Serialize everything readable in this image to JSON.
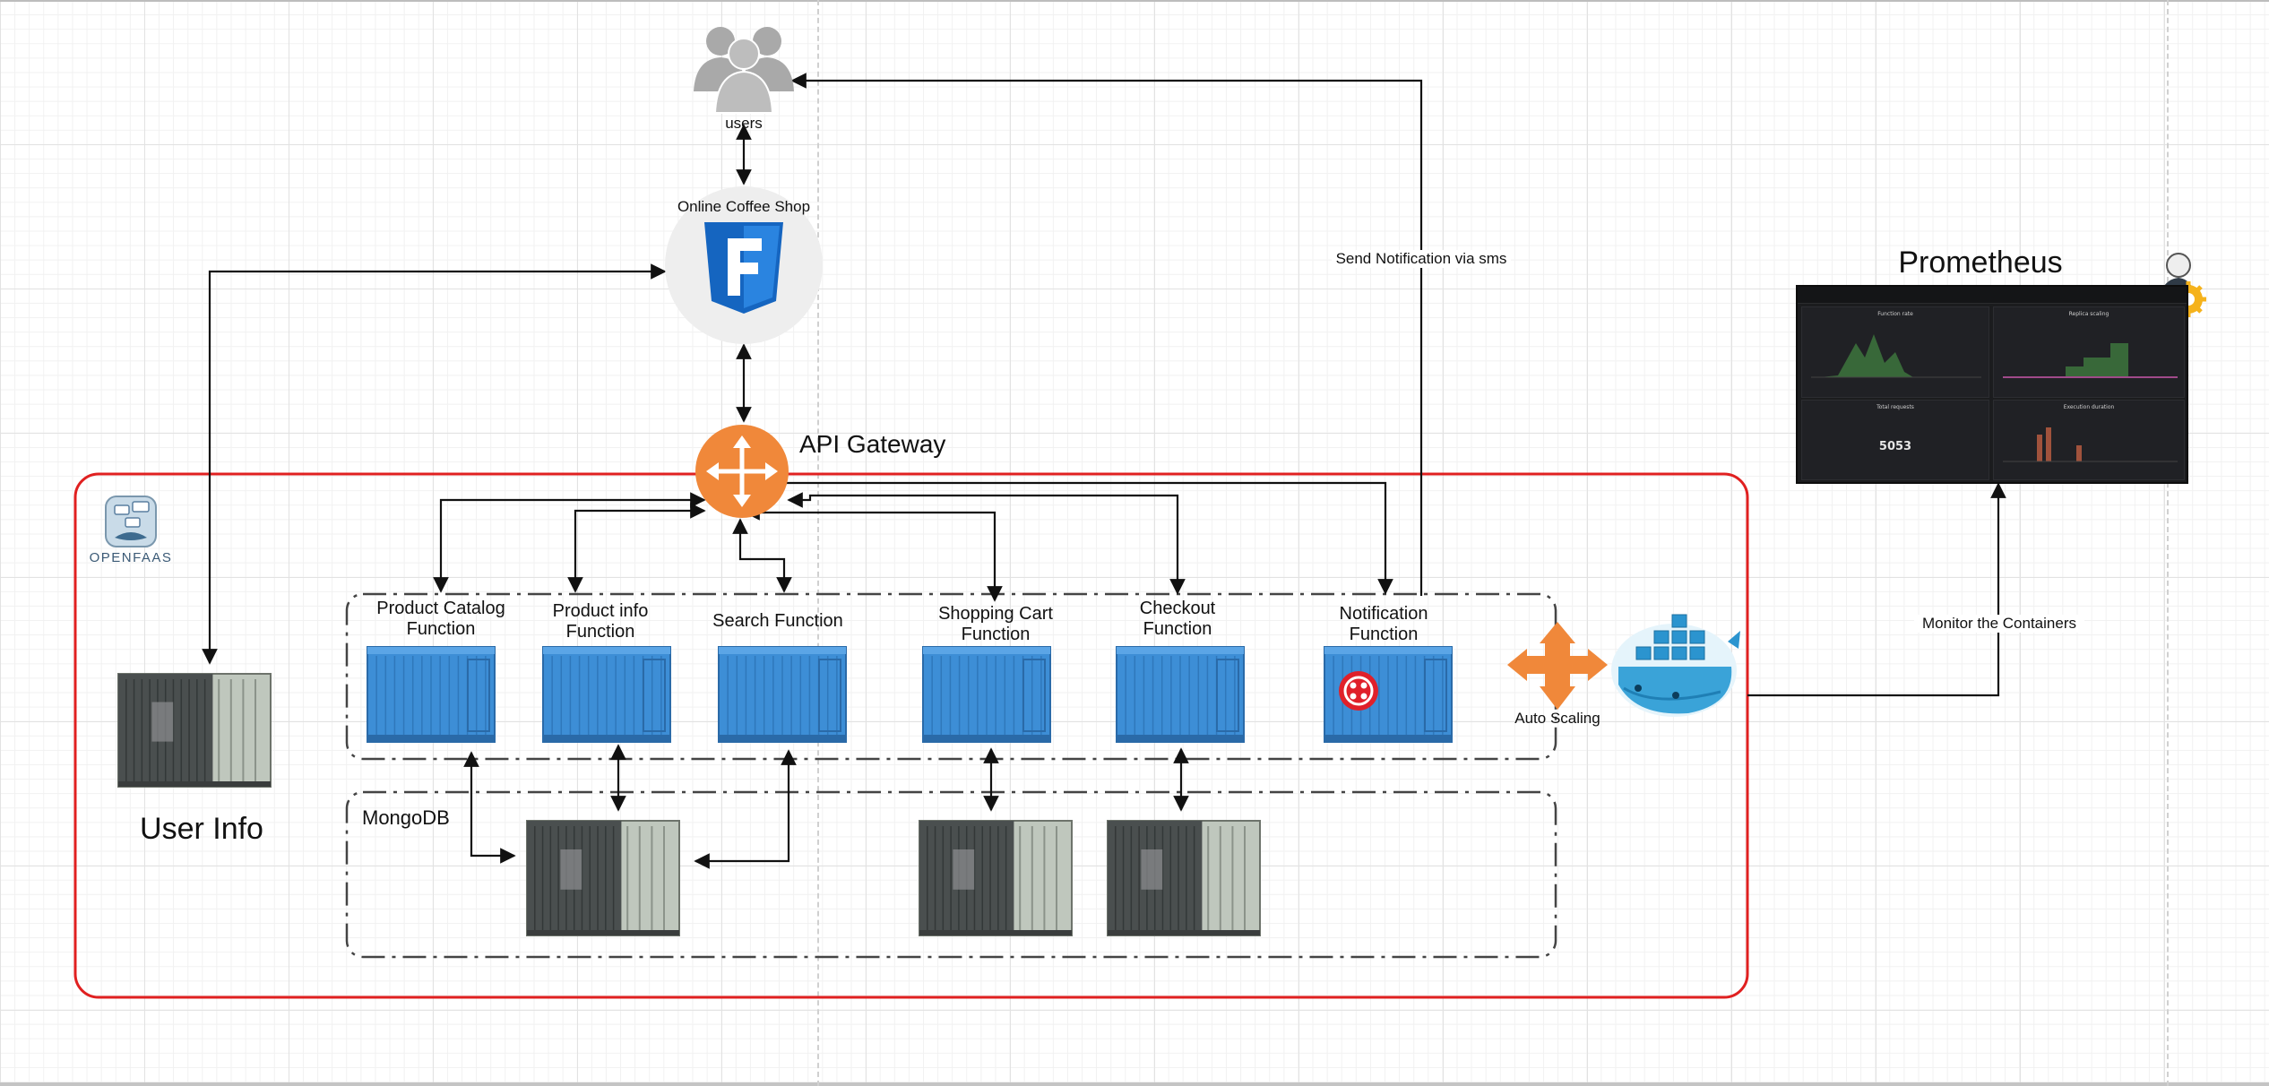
{
  "diagram": {
    "users": {
      "label": "users"
    },
    "frontend": {
      "title": "Online Coffee Shop",
      "logo_letter": "F"
    },
    "gateway": {
      "label": "API Gateway"
    },
    "openfaas": {
      "logo_text": "OPENFAAS"
    },
    "functions": [
      {
        "label": "Product Catalog\nFunction"
      },
      {
        "label": "Product info\nFunction"
      },
      {
        "label": "Search Function"
      },
      {
        "label": "Shopping Cart\nFunction"
      },
      {
        "label": "Checkout\nFunction"
      },
      {
        "label": "Notification\nFunction"
      }
    ],
    "database": {
      "label": "MongoDB"
    },
    "user_info": {
      "label": "User Info"
    },
    "autoscaling": {
      "label": "Auto Scaling"
    },
    "prometheus": {
      "title": "Prometheus",
      "panels": [
        "Function rate",
        "Replica scaling",
        "Total requests",
        "Execution duration"
      ],
      "total_requests": "5053"
    },
    "edges": {
      "sms": "Send Notification via sms",
      "monitor": "Monitor the Containers"
    },
    "colors": {
      "openfaas_boundary": "#e02020",
      "gateway": "#f0883a",
      "frontend_shield": "#1565c0",
      "container_blue": "#3d8ed6",
      "autoscaling": "#f0883a"
    }
  }
}
